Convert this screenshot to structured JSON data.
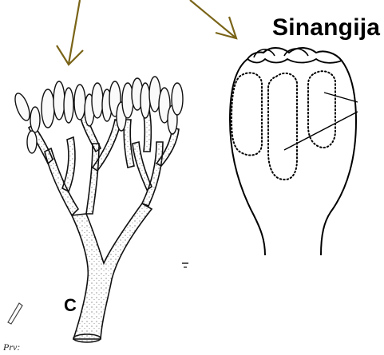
{
  "labels": {
    "title": "Sinangija",
    "figure_letter": "C",
    "bottom_note": "Prv:"
  },
  "colors": {
    "arrow": "#7a6418",
    "line": "#111111"
  },
  "icons": [
    "arrow-down-icon"
  ]
}
